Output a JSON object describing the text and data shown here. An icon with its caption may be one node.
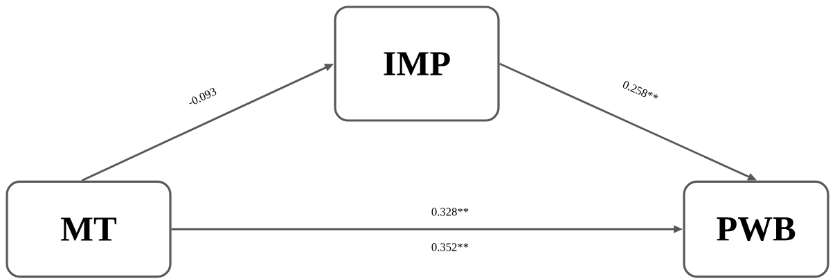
{
  "diagram": {
    "nodes": [
      {
        "text": [
          "MT"
        ]
      },
      {
        "text": [
          "IMP"
        ]
      },
      {
        "text": [
          "PWB"
        ]
      }
    ],
    "edges": [
      {
        "from": 0,
        "to": 1,
        "arrow": "to",
        "label": "-0.093"
      },
      {
        "from": 1,
        "to": 2,
        "arrow": "to",
        "label": "0.258**"
      },
      {
        "from": 0,
        "to": 2,
        "arrow": "to",
        "label": "0.328**"
      }
    ],
    "labels": [
      "0.352**"
    ]
  }
}
